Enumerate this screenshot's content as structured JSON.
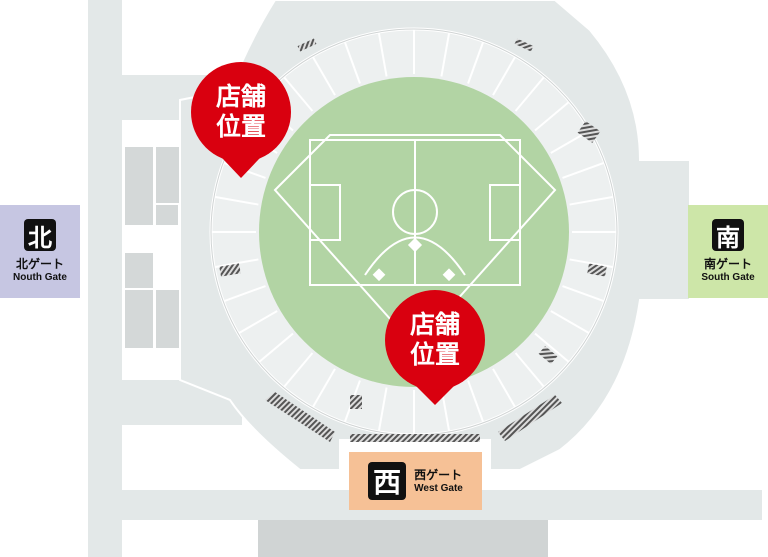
{
  "gates": {
    "north": {
      "kanji": "北",
      "label_jp": "北ゲート",
      "label_en": "Nouth Gate",
      "color": "#c6c6e2"
    },
    "south": {
      "kanji": "南",
      "label_jp": "南ゲート",
      "label_en": "South Gate",
      "color": "#cde6a8"
    },
    "west": {
      "kanji": "西",
      "label_jp": "西ゲート",
      "label_en": "West Gate",
      "color": "#f6c196"
    }
  },
  "store_pins": [
    {
      "line1": "店舗",
      "line2": "位置"
    },
    {
      "line1": "店舗",
      "line2": "位置"
    }
  ],
  "colors": {
    "pin": "#d9000f",
    "field": "#b2d4a4",
    "building": "#e3e8e8",
    "stands": "#edf0f0"
  }
}
